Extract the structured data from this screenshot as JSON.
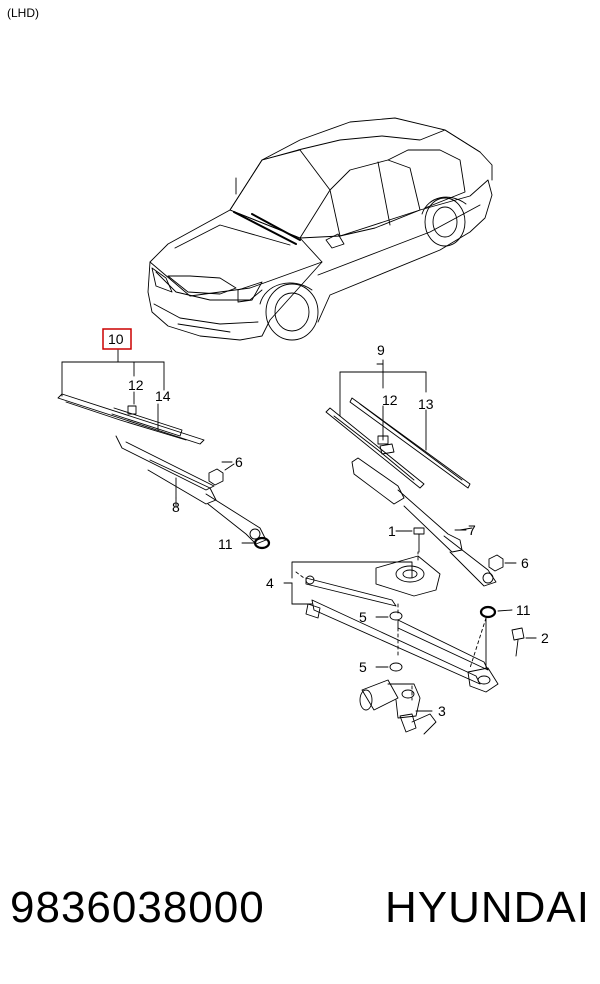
{
  "diagram": {
    "region_label": "(LHD)",
    "highlight_color": "#cc0000",
    "callouts": [
      {
        "id": "c10",
        "text": "10",
        "highlighted": true
      },
      {
        "id": "c12a",
        "text": "12"
      },
      {
        "id": "c14",
        "text": "14"
      },
      {
        "id": "c6a",
        "text": "6"
      },
      {
        "id": "c8",
        "text": "8"
      },
      {
        "id": "c11a",
        "text": "11"
      },
      {
        "id": "c9",
        "text": "9"
      },
      {
        "id": "c12b",
        "text": "12"
      },
      {
        "id": "c13",
        "text": "13"
      },
      {
        "id": "c1",
        "text": "1"
      },
      {
        "id": "c7",
        "text": "7"
      },
      {
        "id": "c4",
        "text": "4"
      },
      {
        "id": "c6b",
        "text": "6"
      },
      {
        "id": "c5a",
        "text": "5"
      },
      {
        "id": "c11b",
        "text": "11"
      },
      {
        "id": "c2",
        "text": "2"
      },
      {
        "id": "c5b",
        "text": "5"
      },
      {
        "id": "c3",
        "text": "3"
      }
    ]
  },
  "footer": {
    "part_number": "9836038000",
    "brand": "HYUNDAI"
  }
}
